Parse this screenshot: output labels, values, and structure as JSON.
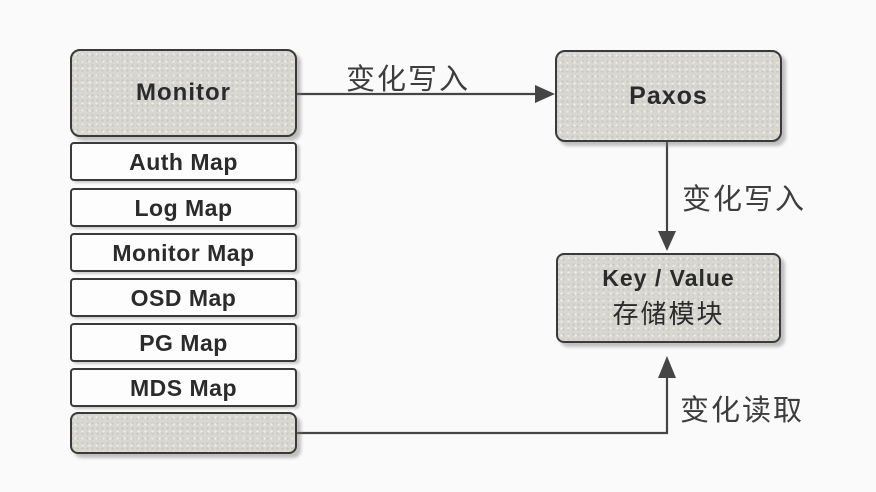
{
  "diagram": {
    "monitor_box": {
      "label": "Monitor"
    },
    "map_boxes": [
      "Auth Map",
      "Log Map",
      "Monitor Map",
      "OSD Map",
      "PG Map",
      "MDS Map"
    ],
    "empty_box": {
      "label": ""
    },
    "paxos_box": {
      "label": "Paxos"
    },
    "kv_box": {
      "label_en": "Key / Value",
      "label_zh": "存储模块"
    },
    "edges": [
      {
        "id": "monitor-to-paxos",
        "label": "变化写入"
      },
      {
        "id": "paxos-to-kv",
        "label": "变化写入"
      },
      {
        "id": "maps-to-kv",
        "label": "变化读取"
      }
    ],
    "colors": {
      "background": "#fbfafb",
      "box_fill_gray": "#d8d7d2",
      "box_fill_white": "#fdfdfd",
      "box_border": "#3a3a3a",
      "arrow": "#454545",
      "text": "#2b2b2b"
    }
  }
}
